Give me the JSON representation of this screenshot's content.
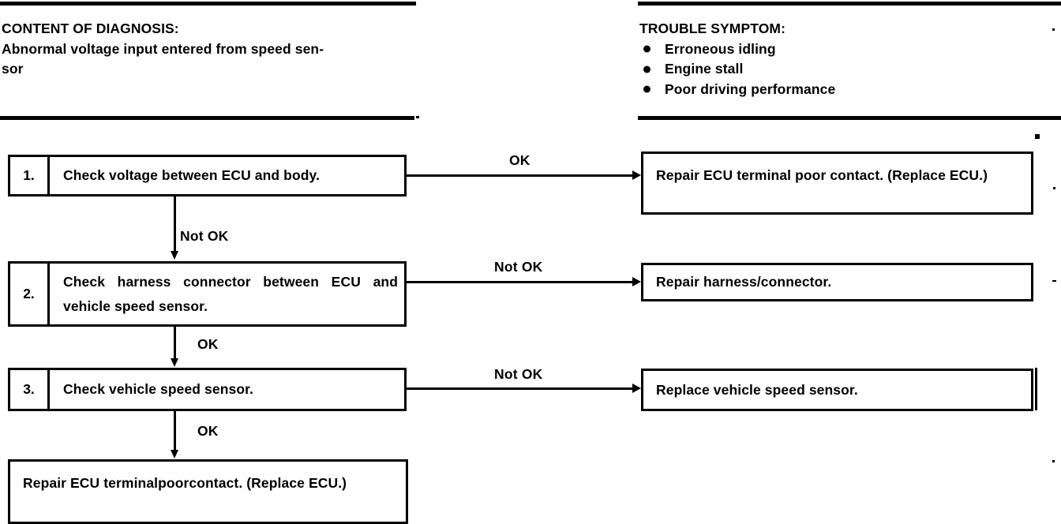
{
  "header": {
    "left": {
      "title": "CONTENT OF DIAGNOSIS:",
      "body": "Abnormal voltage input entered from speed sen-\nsor"
    },
    "right": {
      "title": "TROUBLE SYMPTOM:",
      "symptoms": [
        "Erroneous idling",
        "Engine stall",
        "Poor driving performance"
      ]
    }
  },
  "flowchart": {
    "steps": [
      {
        "number": "1.",
        "text": "Check voltage between ECU and body.",
        "branch_label": "OK",
        "result": "Repair ECU terminal poor contact. (Replace ECU.)",
        "next_label": "Not OK"
      },
      {
        "number": "2.",
        "text": "Check harness connector between ECU and vehicle speed sensor.",
        "branch_label": "Not OK",
        "result": "Repair harness/connector.",
        "next_label": "OK"
      },
      {
        "number": "3.",
        "text": "Check vehicle speed sensor.",
        "branch_label": "Not OK",
        "result": "Replace vehicle speed sensor.",
        "next_label": "OK"
      }
    ],
    "final": {
      "text": "Repair  ECU  terminalpoorcontact.  (Replace ECU.)"
    }
  },
  "colors": {
    "ink": "#000000",
    "paper": "#ffffff"
  }
}
